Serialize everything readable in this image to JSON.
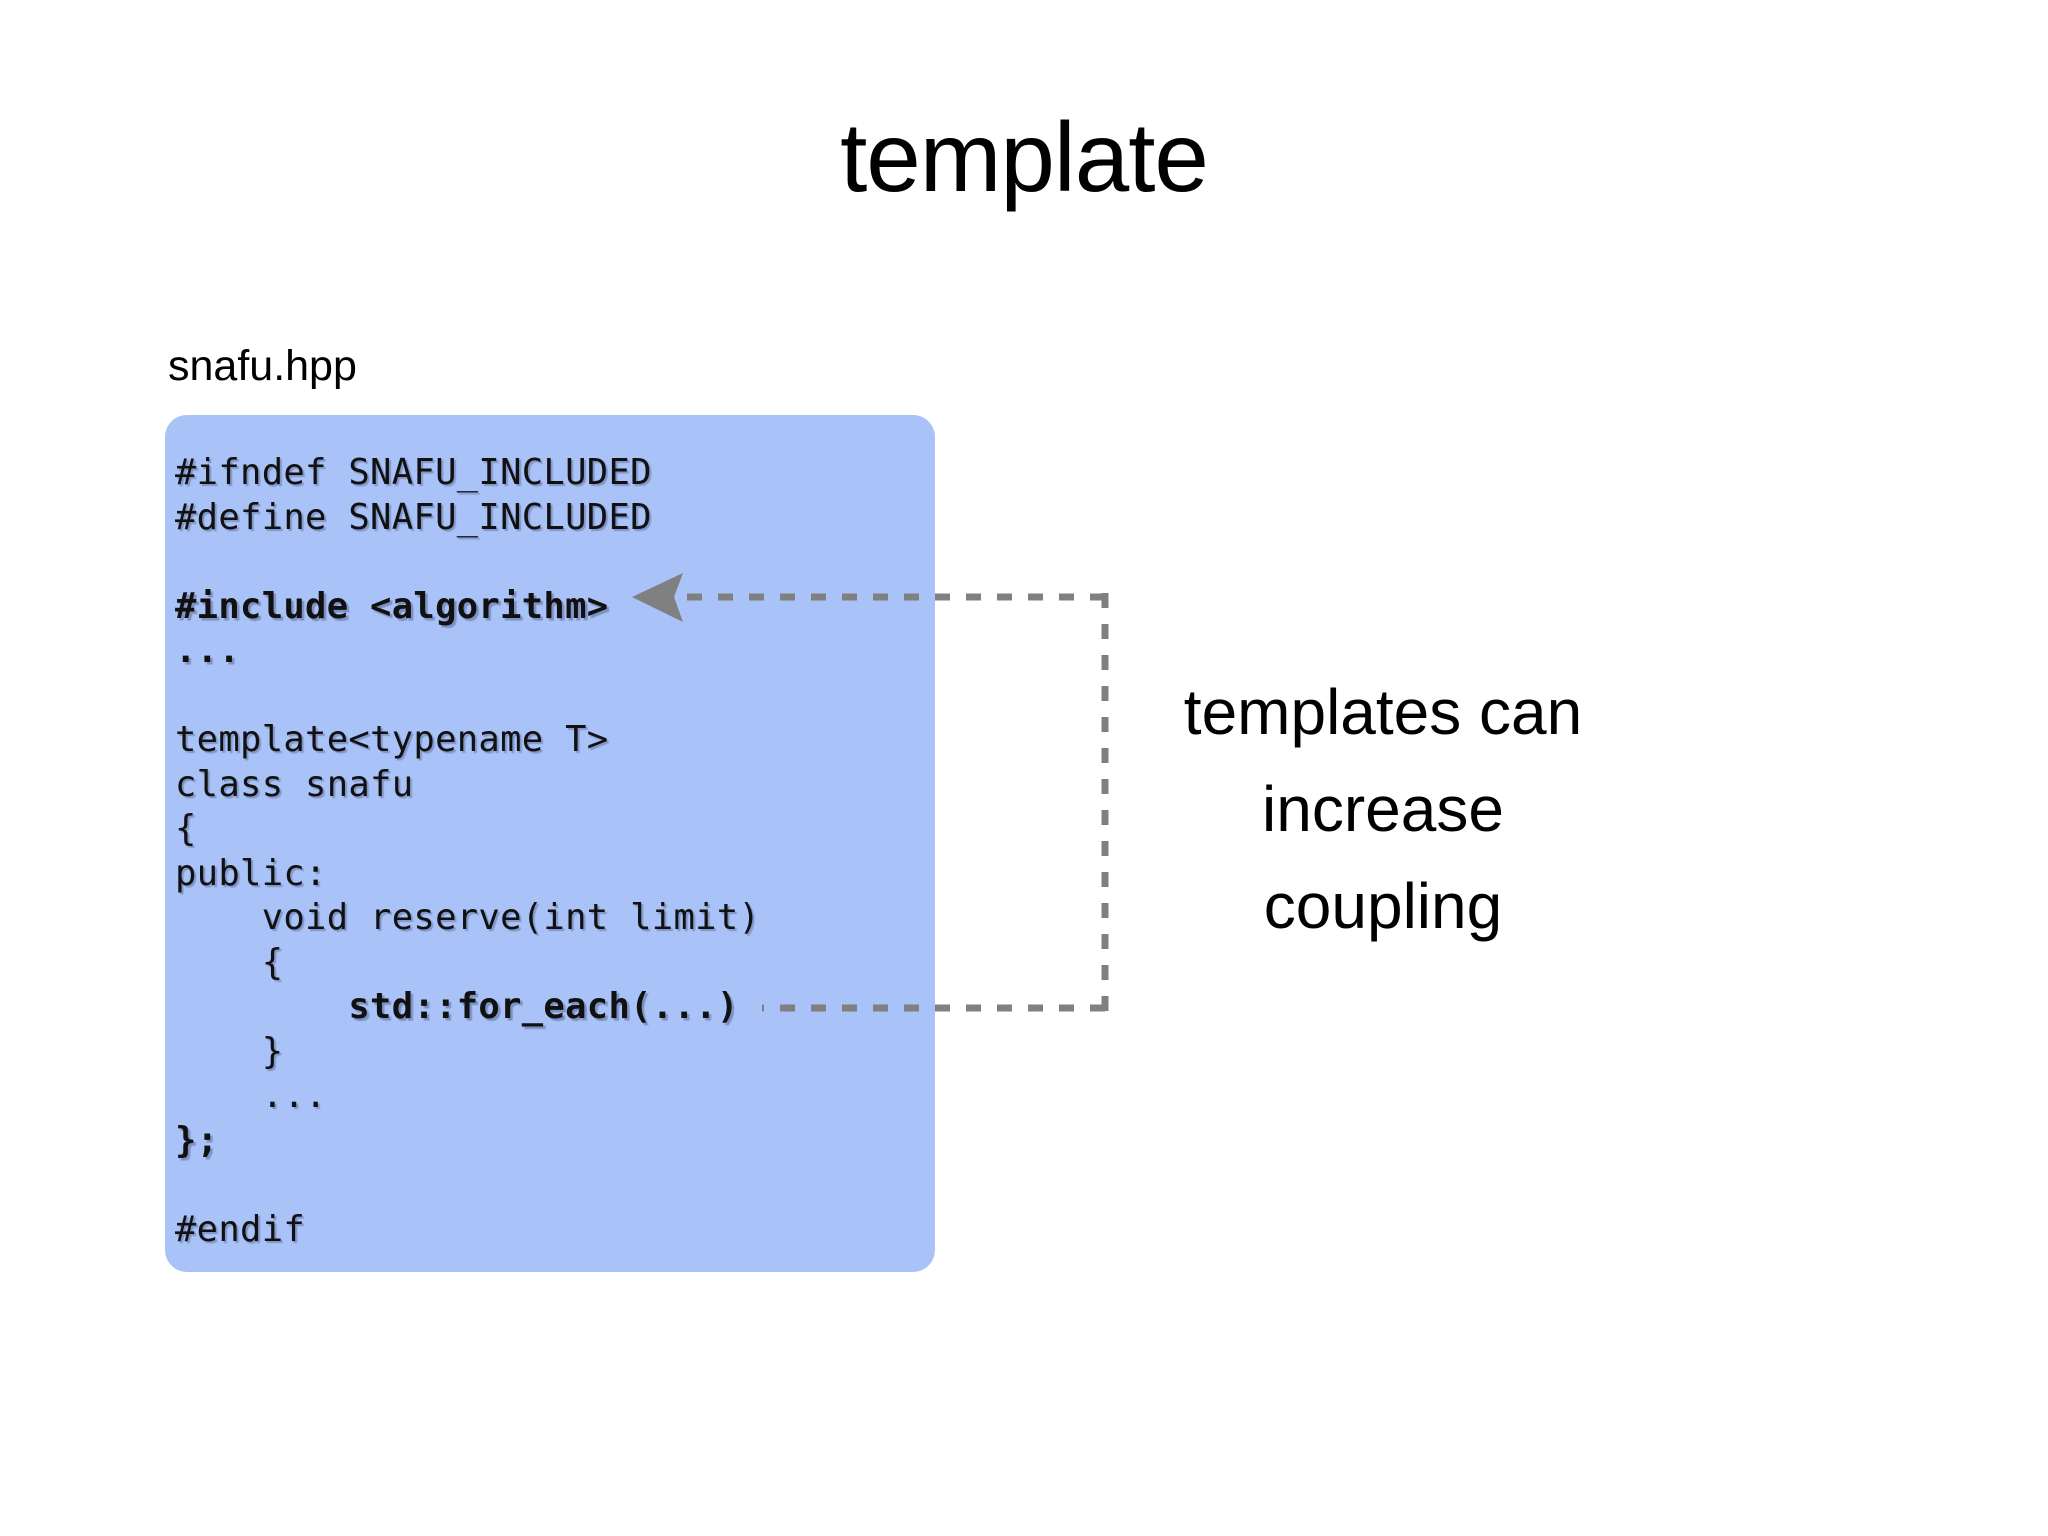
{
  "slide": {
    "title": "template",
    "background_color": "#ffffff"
  },
  "file_panel": {
    "label": "snafu.hpp",
    "background_color": "#a9c2f7",
    "code_lines": [
      {
        "text": "#ifndef SNAFU_INCLUDED",
        "bold": false
      },
      {
        "text": "#define SNAFU_INCLUDED",
        "bold": false
      },
      {
        "text": "",
        "bold": false
      },
      {
        "text": "#include <algorithm>",
        "bold": true
      },
      {
        "text": "...",
        "bold": true
      },
      {
        "text": "",
        "bold": false
      },
      {
        "text": "template<typename T>",
        "bold": false
      },
      {
        "text": "class snafu",
        "bold": false
      },
      {
        "text": "{",
        "bold": false
      },
      {
        "text": "public:",
        "bold": false
      },
      {
        "text": "    void reserve(int limit)",
        "bold": false
      },
      {
        "text": "    {",
        "bold": false
      },
      {
        "text": "        std::for_each(...)",
        "bold": true
      },
      {
        "text": "    }",
        "bold": false
      },
      {
        "text": "    ...",
        "bold": false
      },
      {
        "text": "};",
        "bold": true
      },
      {
        "text": "",
        "bold": false
      },
      {
        "text": "#endif",
        "bold": false
      }
    ]
  },
  "connector": {
    "color": "#808080",
    "style": "dashed",
    "arrow_direction": "left",
    "from_label": "std::for_each(...)",
    "to_label": "#include <algorithm>"
  },
  "caption": {
    "lines": [
      "templates can",
      "increase",
      "coupling"
    ]
  }
}
